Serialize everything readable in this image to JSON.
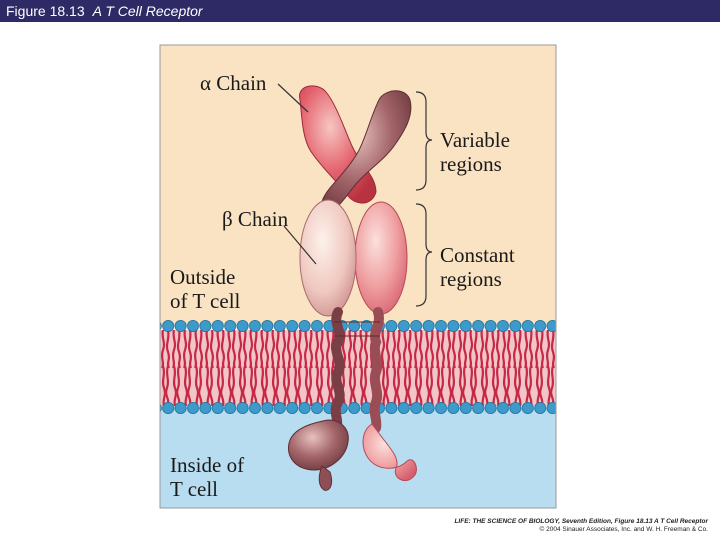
{
  "header": {
    "figure_number": "Figure 18.13",
    "figure_title": "A T Cell Receptor"
  },
  "labels": {
    "alpha_chain": "α Chain",
    "beta_chain": "β Chain",
    "variable_line1": "Variable",
    "variable_line2": "regions",
    "constant_line1": "Constant",
    "constant_line2": "regions",
    "outside_line1": "Outside",
    "outside_line2": "of T cell",
    "inside_line1": "Inside of",
    "inside_line2": "T cell"
  },
  "credit": {
    "line1": "LIFE: THE SCIENCE OF BIOLOGY, Seventh Edition, Figure 18.13 A T Cell Receptor",
    "line2": "© 2004 Sinauer Associates, Inc. and W. H. Freeman & Co."
  },
  "colors": {
    "header_bg": "#2e2a66",
    "outside_bg": "#fae3c2",
    "inside_bg": "#b8dcf0",
    "lipid_tail": "#c62845",
    "lipid_head": "#3d9bcc",
    "alpha_chain": "#e4636e",
    "beta_chain": "#9e5a5e"
  }
}
